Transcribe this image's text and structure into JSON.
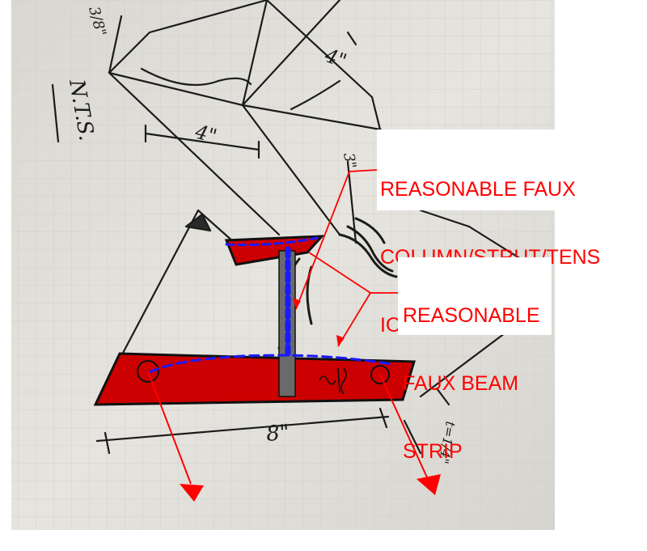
{
  "annotations": {
    "callout_column": {
      "lines": [
        "REASONABLE FAUX",
        "COLUMN/STRUT/TENS",
        "ION THING"
      ]
    },
    "callout_beam": {
      "lines": [
        "REASONABLE",
        "FAUX BEAM",
        "STRIP"
      ]
    }
  },
  "sketch_labels": {
    "nts": "N.T.S.",
    "dim_4_top": "4\"",
    "dim_4_side": "4\"",
    "dim_3_8": "3/8\"",
    "dim_3": "3\"",
    "dim_8_bottom": "8\"",
    "dim_t": "t=1/4\""
  },
  "colors": {
    "highlight_fill": "#cc0000",
    "callout_text": "#ff0000",
    "neutral_axis": "#1a1aff",
    "arrow": "#ff0000",
    "paper": "#e4e2dc"
  }
}
